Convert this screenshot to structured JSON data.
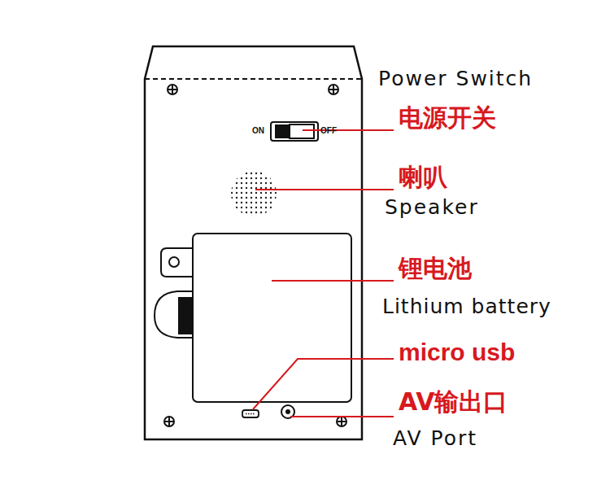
{
  "diagram": {
    "labels": [
      "Power Switch",
      "电源开关",
      "ON",
      "OFF",
      "喇叭",
      "Speaker",
      "锂电池",
      "Lithium battery",
      "micro usb",
      "AV输出口",
      "AV Port"
    ]
  }
}
